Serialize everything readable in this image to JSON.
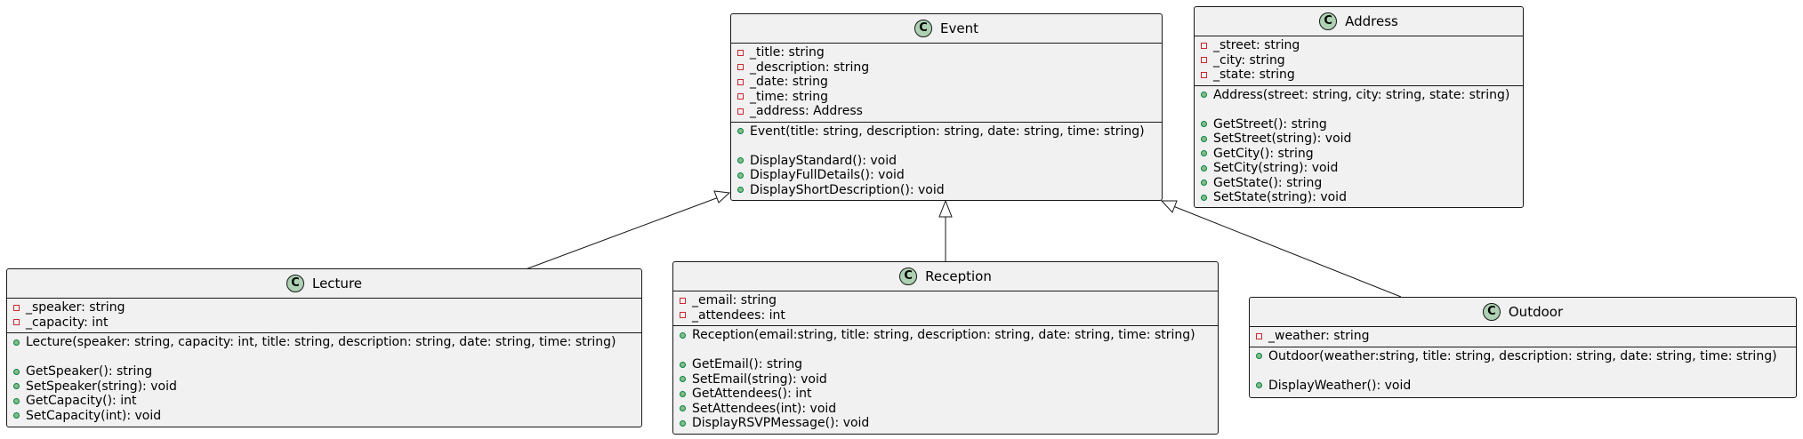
{
  "classes": {
    "event": {
      "stereotype": "C",
      "name": "Event",
      "fields": [
        {
          "vis": "private",
          "text": "_title: string"
        },
        {
          "vis": "private",
          "text": "_description: string"
        },
        {
          "vis": "private",
          "text": "_date: string"
        },
        {
          "vis": "private",
          "text": "_time: string"
        },
        {
          "vis": "private",
          "text": "_address: Address"
        }
      ],
      "methods": [
        {
          "vis": "public",
          "text": "Event(title: string, description: string, date: string, time: string)"
        },
        {
          "vis": "public",
          "text": "DisplayStandard(): void"
        },
        {
          "vis": "public",
          "text": "DisplayFullDetails(): void"
        },
        {
          "vis": "public",
          "text": "DisplayShortDescription(): void"
        }
      ]
    },
    "address": {
      "stereotype": "C",
      "name": "Address",
      "fields": [
        {
          "vis": "private",
          "text": "_street: string"
        },
        {
          "vis": "private",
          "text": "_city: string"
        },
        {
          "vis": "private",
          "text": "_state: string"
        }
      ],
      "methods": [
        {
          "vis": "public",
          "text": "Address(street: string, city: string, state: string)"
        },
        {
          "vis": "public",
          "text": "GetStreet(): string"
        },
        {
          "vis": "public",
          "text": "SetStreet(string): void"
        },
        {
          "vis": "public",
          "text": "GetCity(): string"
        },
        {
          "vis": "public",
          "text": "SetCity(string): void"
        },
        {
          "vis": "public",
          "text": "GetState(): string"
        },
        {
          "vis": "public",
          "text": "SetState(string): void"
        }
      ]
    },
    "lecture": {
      "stereotype": "C",
      "name": "Lecture",
      "fields": [
        {
          "vis": "private",
          "text": "_speaker: string"
        },
        {
          "vis": "private",
          "text": "_capacity: int"
        }
      ],
      "methods": [
        {
          "vis": "public",
          "text": "Lecture(speaker: string, capacity: int, title: string, description: string, date: string, time: string)"
        },
        {
          "vis": "public",
          "text": "GetSpeaker(): string"
        },
        {
          "vis": "public",
          "text": "SetSpeaker(string): void"
        },
        {
          "vis": "public",
          "text": "GetCapacity(): int"
        },
        {
          "vis": "public",
          "text": "SetCapacity(int): void"
        }
      ]
    },
    "reception": {
      "stereotype": "C",
      "name": "Reception",
      "fields": [
        {
          "vis": "private",
          "text": "_email: string"
        },
        {
          "vis": "private",
          "text": "_attendees: int"
        }
      ],
      "methods": [
        {
          "vis": "public",
          "text": "Reception(email:string, title: string, description: string, date: string, time: string)"
        },
        {
          "vis": "public",
          "text": "GetEmail(): string"
        },
        {
          "vis": "public",
          "text": "SetEmail(string): void"
        },
        {
          "vis": "public",
          "text": "GetAttendees(): int"
        },
        {
          "vis": "public",
          "text": "SetAttendees(int): void"
        },
        {
          "vis": "public",
          "text": "DisplayRSVPMessage(): void"
        }
      ]
    },
    "outdoor": {
      "stereotype": "C",
      "name": "Outdoor",
      "fields": [
        {
          "vis": "private",
          "text": "_weather: string"
        }
      ],
      "methods": [
        {
          "vis": "public",
          "text": "Outdoor(weather:string, title: string, description: string, date: string, time: string)"
        },
        {
          "vis": "public",
          "text": "DisplayWeather(): void"
        }
      ]
    }
  },
  "relations": [
    {
      "type": "inheritance",
      "from": "lecture",
      "to": "event"
    },
    {
      "type": "inheritance",
      "from": "reception",
      "to": "event"
    },
    {
      "type": "inheritance",
      "from": "outdoor",
      "to": "event"
    }
  ]
}
